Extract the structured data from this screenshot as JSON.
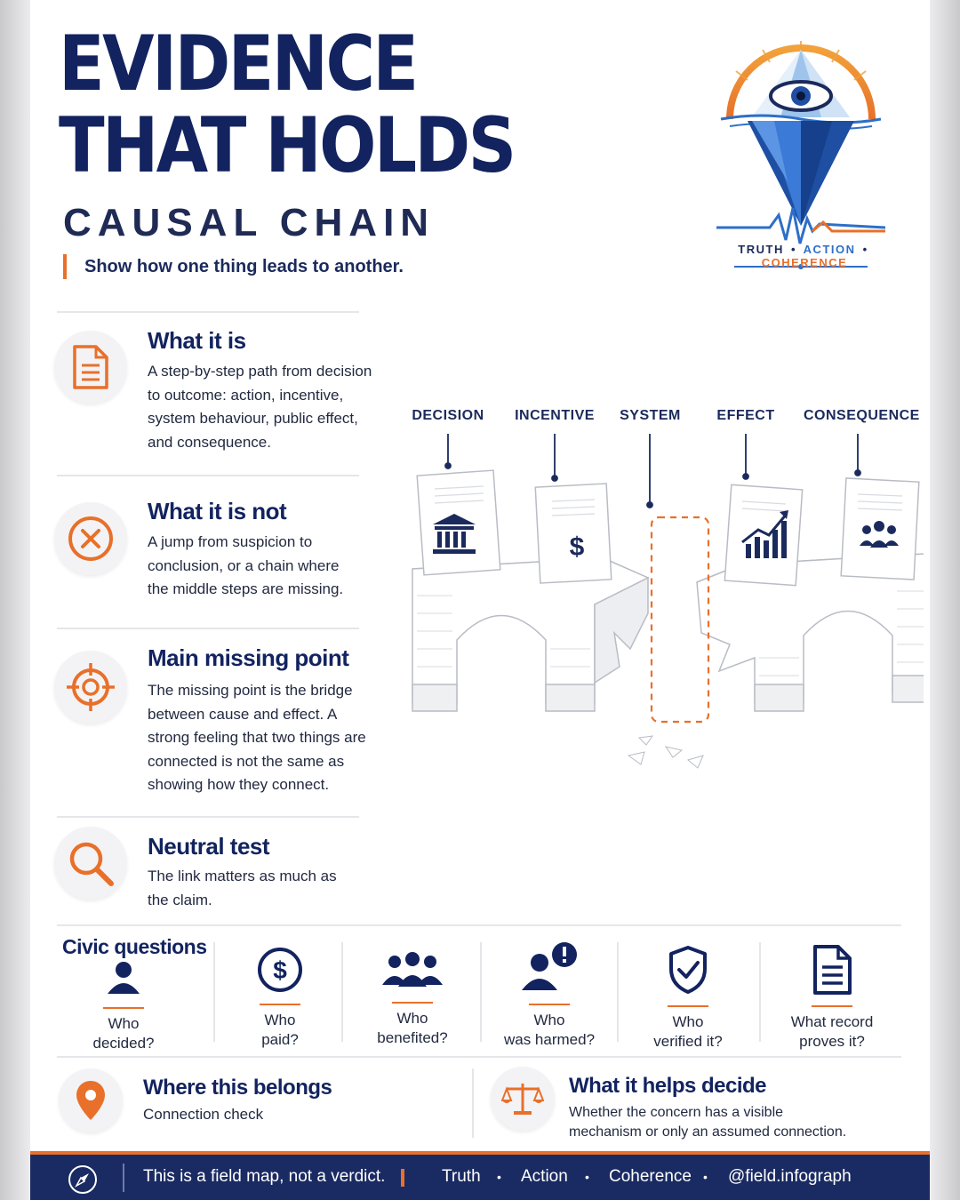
{
  "header": {
    "title_line1": "EVIDENCE",
    "title_line2": "THAT HOLDS",
    "subtitle": "CAUSAL CHAIN",
    "tagline": "Show how one thing leads to another."
  },
  "logo": {
    "word1": "TRUTH",
    "word2": "ACTION",
    "word3": "COHERENCE",
    "separator": "•"
  },
  "sections": [
    {
      "title": "What it is",
      "body": "A step-by-step path from decision to outcome: action, incentive, system behaviour, public effect, and consequence.",
      "icon": "document-icon"
    },
    {
      "title": "What it is not",
      "body": "A jump from suspicion to conclusion, or a chain where the middle steps are missing.",
      "icon": "x-circle-icon"
    },
    {
      "title": "Main missing point",
      "body": "The missing point is the bridge between cause and effect. A strong feeling that two things are connected is not the same as showing how they connect.",
      "icon": "target-icon"
    },
    {
      "title": "Neutral test",
      "body": "The link matters as much as the claim.",
      "icon": "magnifier-icon"
    }
  ],
  "chain": {
    "labels": [
      "DECISION",
      "INCENTIVE",
      "SYSTEM",
      "EFFECT",
      "CONSEQUENCE"
    ],
    "incentive_symbol": "$"
  },
  "civic": {
    "title": "Civic questions",
    "questions": [
      {
        "line1": "Who",
        "line2": "decided?",
        "icon": "person-icon"
      },
      {
        "line1": "Who",
        "line2": "paid?",
        "icon": "dollar-circle-icon"
      },
      {
        "line1": "Who",
        "line2": "benefited?",
        "icon": "group-icon"
      },
      {
        "line1": "Who",
        "line2": "was harmed?",
        "icon": "person-alert-icon"
      },
      {
        "line1": "Who",
        "line2": "verified it?",
        "icon": "shield-check-icon"
      },
      {
        "line1": "What record",
        "line2": "proves it?",
        "icon": "document-icon"
      }
    ]
  },
  "bottom": {
    "left": {
      "title": "Where this belongs",
      "body": "Connection check"
    },
    "right": {
      "title": "What it helps decide",
      "body_line1": "Whether the concern has a visible",
      "body_line2": "mechanism or only an assumed connection."
    }
  },
  "footer": {
    "statement": "This is a field map, not a verdict.",
    "word1": "Truth",
    "word2": "Action",
    "word3": "Coherence",
    "handle": "@field.infograph",
    "bullet": "•"
  },
  "colors": {
    "navy": "#12235f",
    "orange": "#e8702a",
    "blue": "#2d6fc7",
    "footer_bg": "#1a2b63"
  }
}
